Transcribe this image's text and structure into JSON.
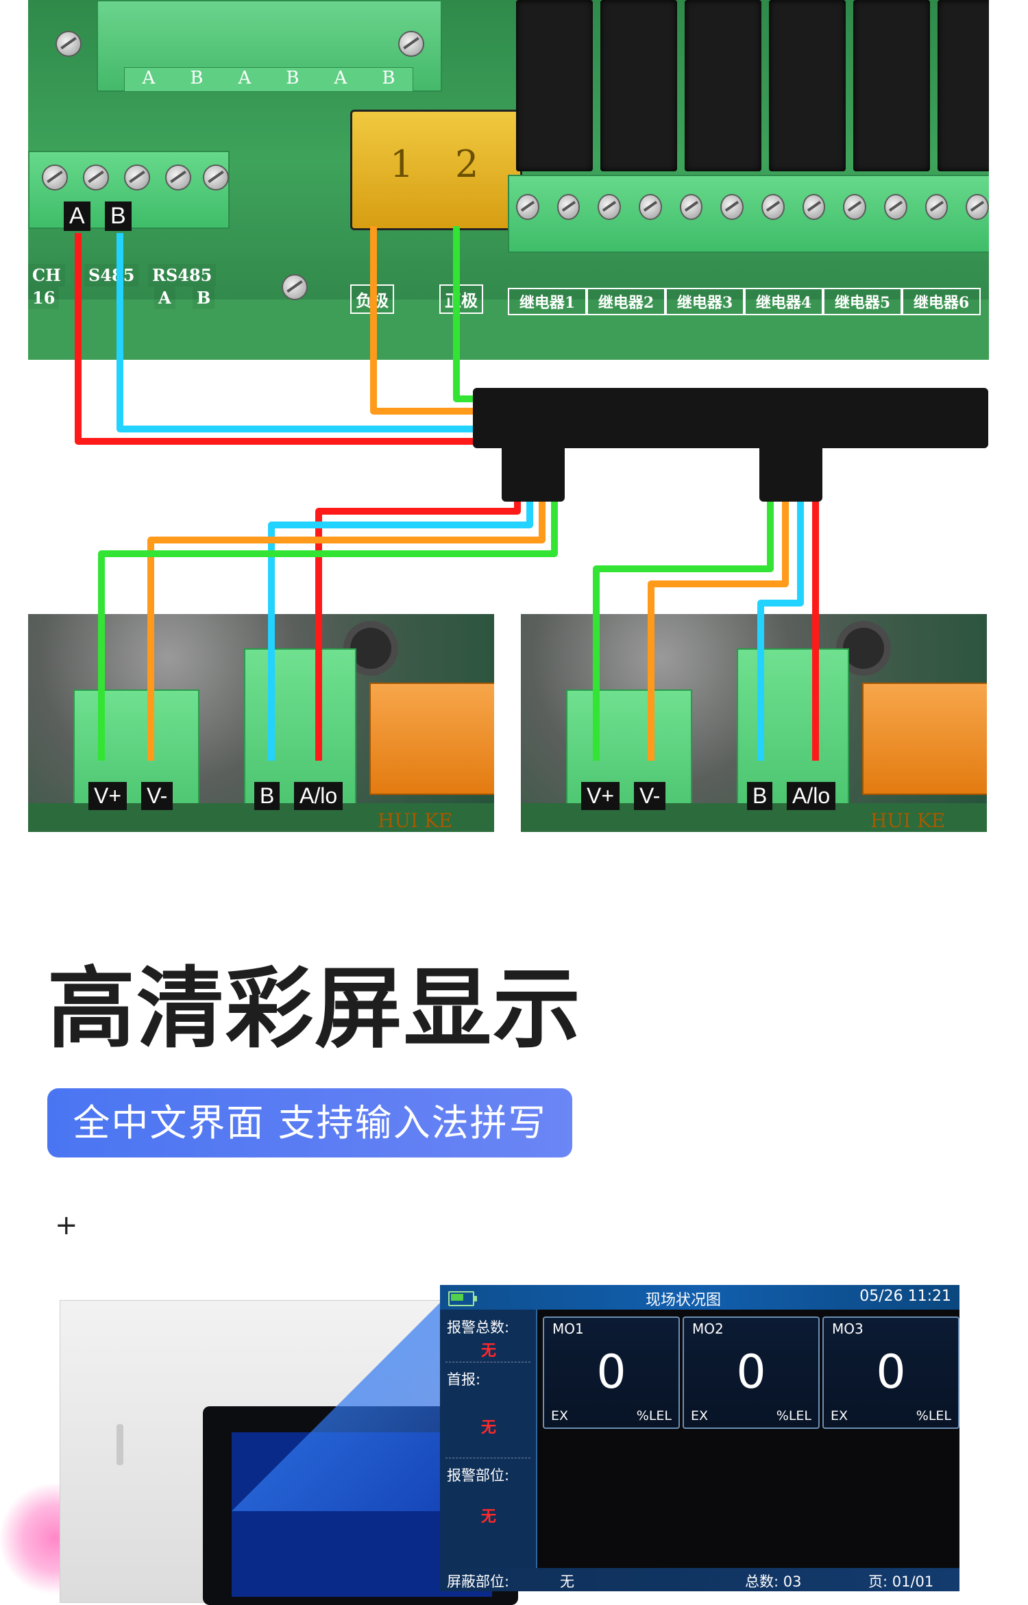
{
  "wiring": {
    "controller_labels": {
      "a": "A",
      "b": "B",
      "ch": "CH",
      "rs485_left": "S485",
      "rs485_right": "RS485",
      "rs485_a": "A",
      "rs485_b": "B",
      "num16": "16",
      "abab": [
        "A",
        "B",
        "A",
        "B",
        "A",
        "B"
      ],
      "neg": "负极",
      "pos": "正极",
      "fuse_1": "1",
      "fuse_2": "2",
      "relays": [
        "继电器1",
        "继电器2",
        "继电器3",
        "继电器4",
        "继电器5",
        "继电器6"
      ]
    },
    "sensor_left": {
      "labels": [
        "V+",
        "V-",
        "B",
        "A/lo"
      ],
      "brand": "HUI KE"
    },
    "sensor_right": {
      "labels": [
        "V+",
        "V-",
        "B",
        "A/lo"
      ],
      "brand": "HUI KE"
    },
    "colors": {
      "red": "#ff1a1a",
      "cyan": "#22d2ff",
      "orange": "#ff9a1a",
      "green": "#34e434"
    }
  },
  "section": {
    "heading": "高清彩屏显示",
    "pill": "全中文界面  支持输入法拼写",
    "plus": "+"
  },
  "screen": {
    "title": "现场状况图",
    "time": "05/26  11:21",
    "sidebar": {
      "alarm_total_label": "报警总数:",
      "alarm_total_value": "无",
      "first_alarm_label": "首报:",
      "first_alarm_value": "无",
      "alarm_location_label": "报警部位:",
      "alarm_location_value": "无"
    },
    "cards": [
      {
        "id": "MO1",
        "value": "0",
        "ex": "EX",
        "unit": "%LEL"
      },
      {
        "id": "MO2",
        "value": "0",
        "ex": "EX",
        "unit": "%LEL"
      },
      {
        "id": "MO3",
        "value": "0",
        "ex": "EX",
        "unit": "%LEL"
      }
    ],
    "footer": {
      "mask_label": "屏蔽部位:",
      "mask_value": "无",
      "total": "总数: 03",
      "page": "页: 01/01"
    }
  }
}
